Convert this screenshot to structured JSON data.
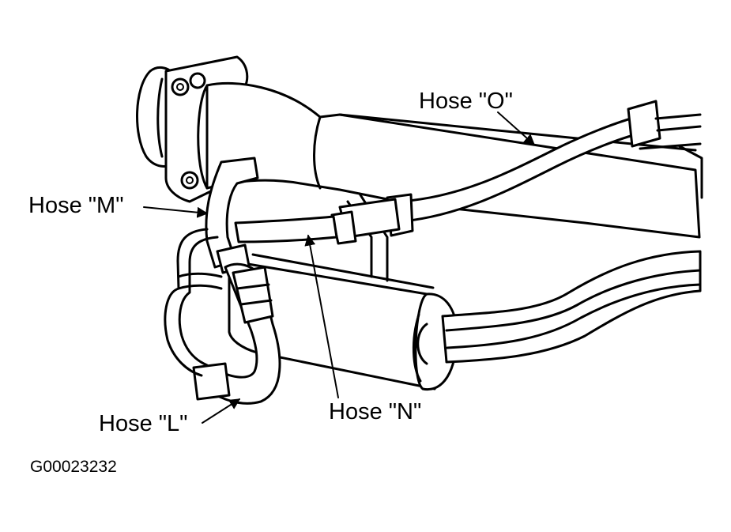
{
  "labels": {
    "hose_o": "Hose \"O\"",
    "hose_m": "Hose \"M\"",
    "hose_n": "Hose \"N\"",
    "hose_l": "Hose \"L\""
  },
  "figure_code": "G00023232",
  "colors": {
    "line": "#000000",
    "background": "#ffffff"
  }
}
